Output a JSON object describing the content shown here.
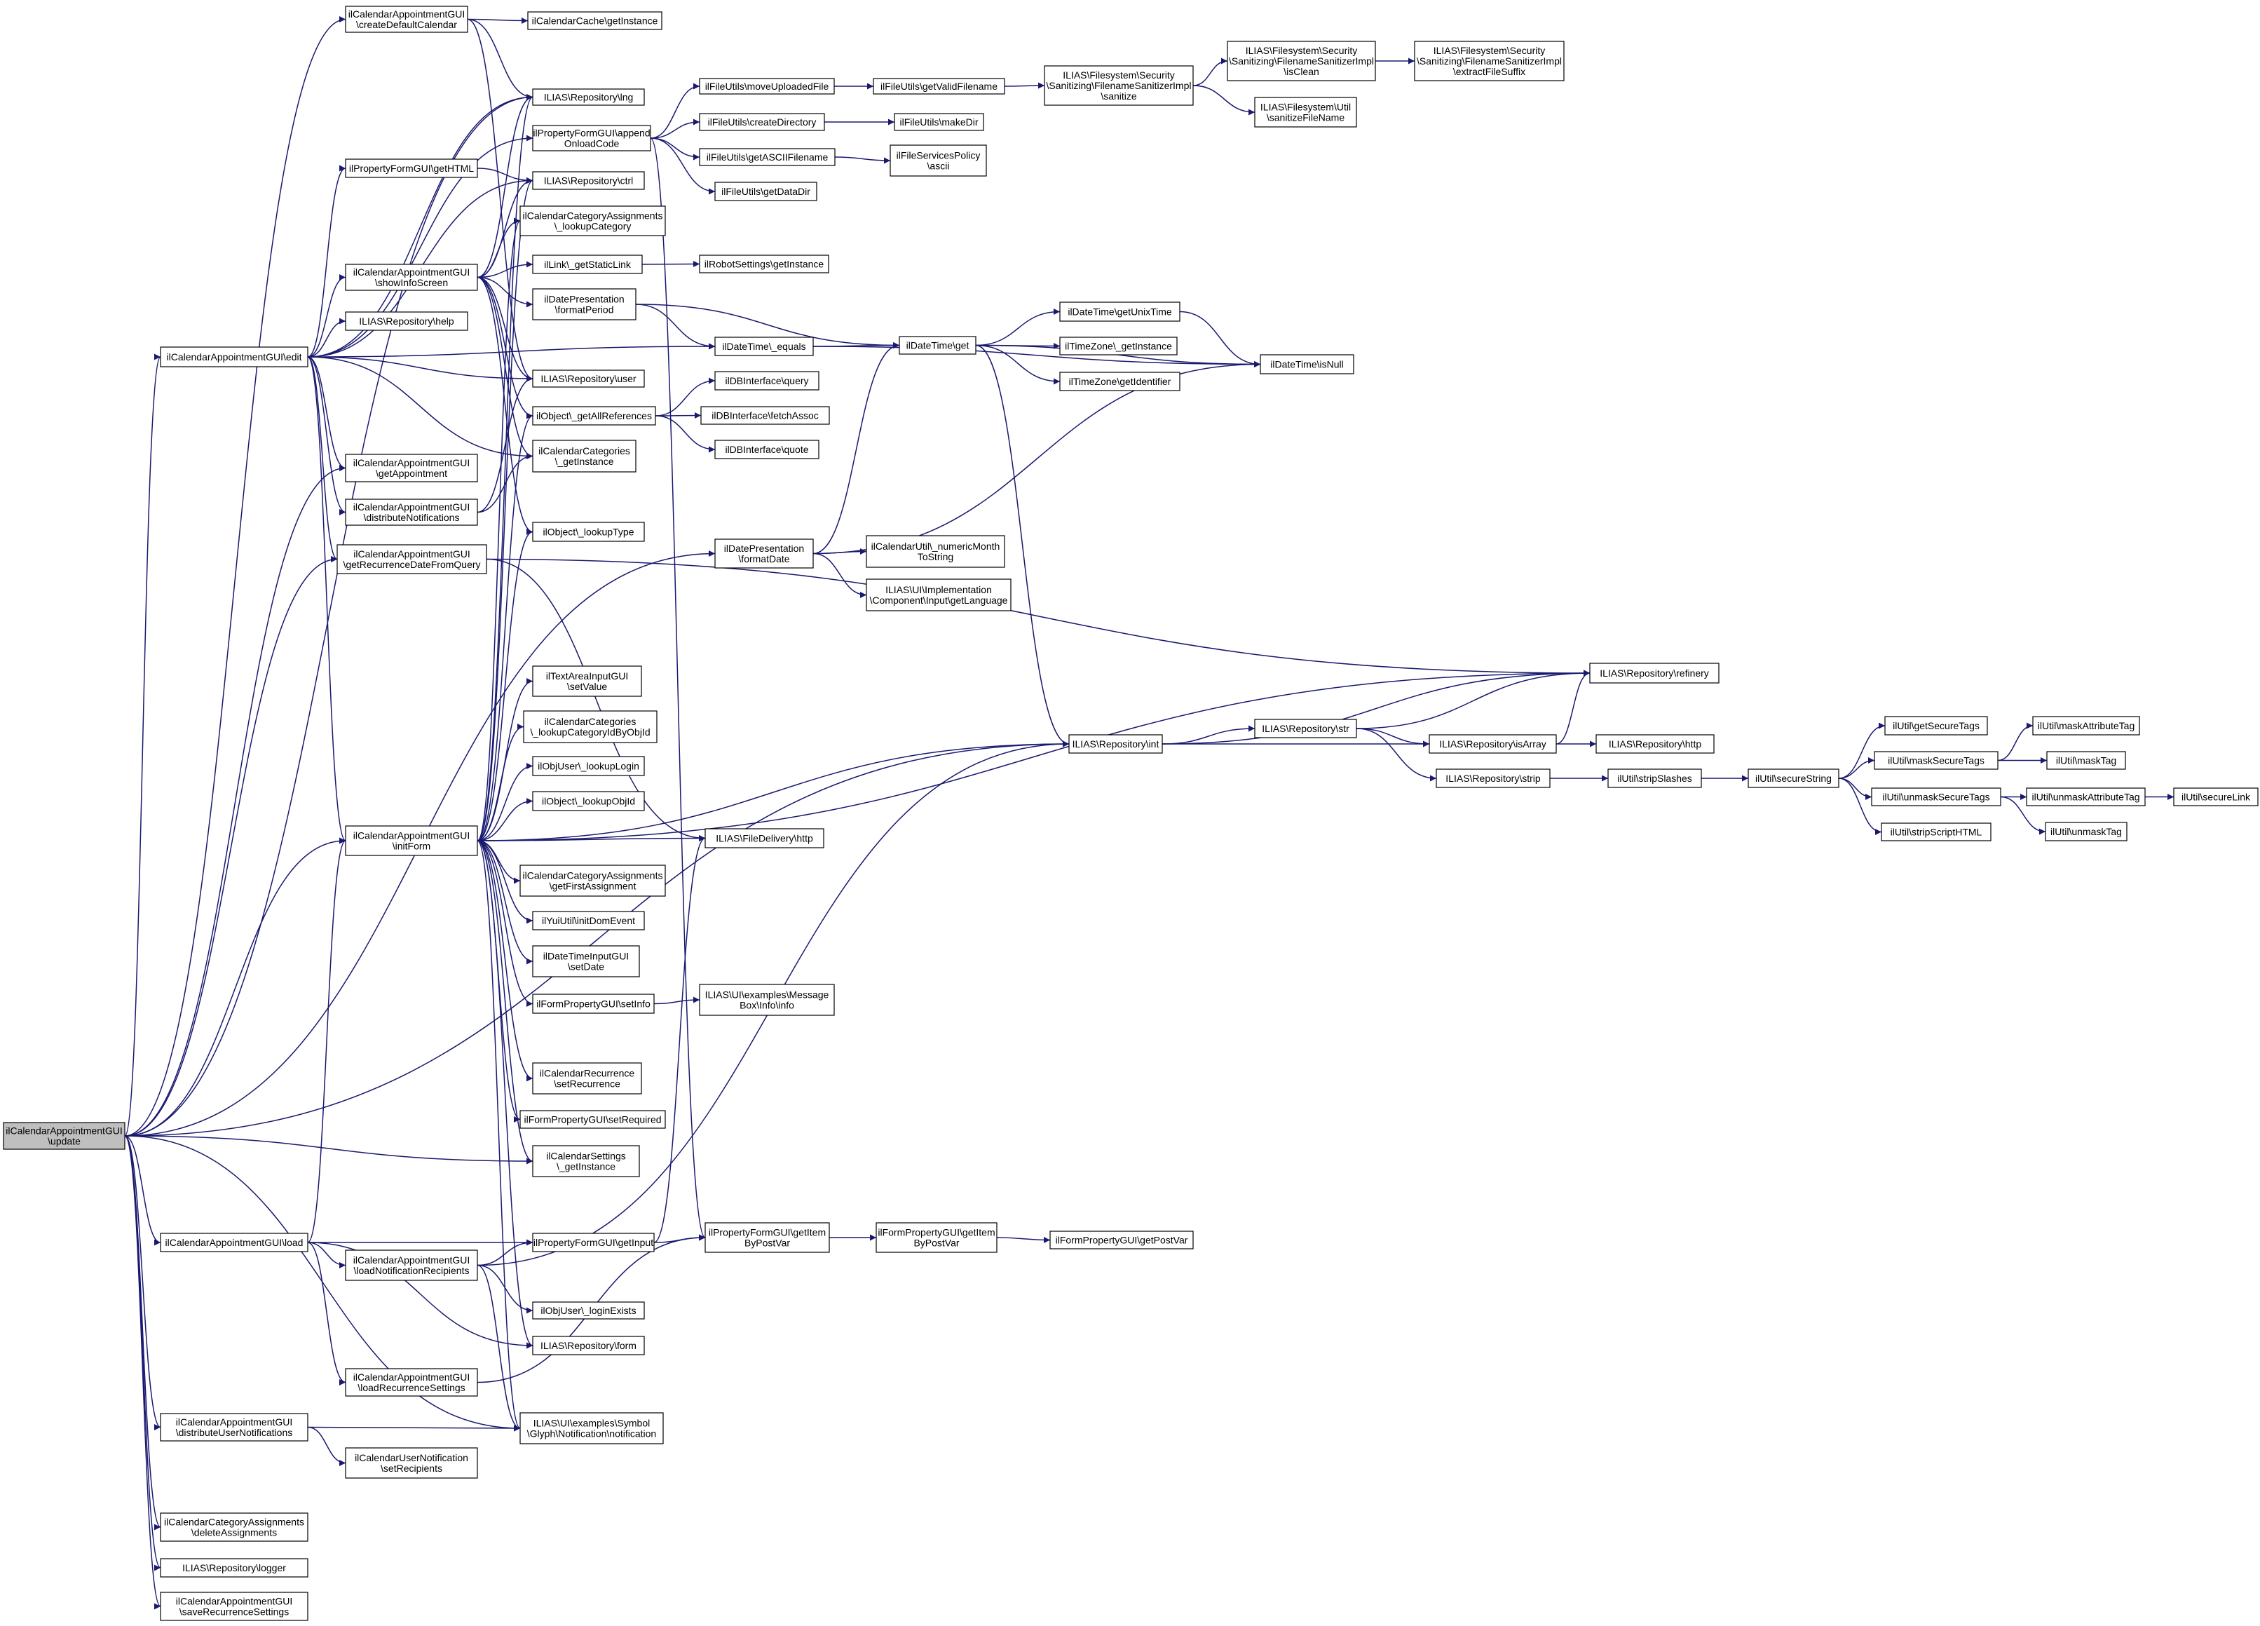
{
  "colors": {
    "edge": "#191970",
    "node_border": "#000000",
    "node_fill": "#ffffff",
    "root_fill": "#bfbfbf"
  },
  "nodes": [
    {
      "id": "n0",
      "lines": [
        "ilCalendarAppointmentGUI",
        "\\update"
      ],
      "root": true
    },
    {
      "id": "n1",
      "lines": [
        "ilCalendarAppointmentGUI",
        "\\createDefaultCalendar"
      ]
    },
    {
      "id": "n2",
      "lines": [
        "ilCalendarCache\\getInstance"
      ]
    },
    {
      "id": "n3",
      "lines": [
        "ILIAS\\Repository\\lng"
      ]
    },
    {
      "id": "n4",
      "lines": [
        "ilPropertyFormGUI\\append",
        "OnloadCode"
      ]
    },
    {
      "id": "n5",
      "lines": [
        "ilFileUtils\\moveUploadedFile"
      ]
    },
    {
      "id": "n6",
      "lines": [
        "ilFileUtils\\getValidFilename"
      ]
    },
    {
      "id": "n7",
      "lines": [
        "ILIAS\\Filesystem\\Security",
        "\\Sanitizing\\FilenameSanitizerImpl",
        "\\sanitize"
      ]
    },
    {
      "id": "n8",
      "lines": [
        "ILIAS\\Filesystem\\Security",
        "\\Sanitizing\\FilenameSanitizerImpl",
        "\\isClean"
      ]
    },
    {
      "id": "n9",
      "lines": [
        "ILIAS\\Filesystem\\Security",
        "\\Sanitizing\\FilenameSanitizerImpl",
        "\\extractFileSuffix"
      ]
    },
    {
      "id": "n10",
      "lines": [
        "ILIAS\\Filesystem\\Util",
        "\\sanitizeFileName"
      ]
    },
    {
      "id": "n11",
      "lines": [
        "ilFileUtils\\createDirectory"
      ]
    },
    {
      "id": "n12",
      "lines": [
        "ilFileUtils\\makeDir"
      ]
    },
    {
      "id": "n13",
      "lines": [
        "ilFileUtils\\getASCIIFilename"
      ]
    },
    {
      "id": "n14",
      "lines": [
        "ilFileServicesPolicy",
        "\\ascii"
      ]
    },
    {
      "id": "n15",
      "lines": [
        "ilFileUtils\\getDataDir"
      ]
    },
    {
      "id": "n16",
      "lines": [
        "ilPropertyFormGUI\\getHTML"
      ]
    },
    {
      "id": "n17",
      "lines": [
        "ILIAS\\Repository\\ctrl"
      ]
    },
    {
      "id": "n18",
      "lines": [
        "ilCalendarCategoryAssignments",
        "\\_lookupCategory"
      ]
    },
    {
      "id": "n19",
      "lines": [
        "ilCalendarAppointmentGUI",
        "\\showInfoScreen"
      ]
    },
    {
      "id": "n20",
      "lines": [
        "ilLink\\_getStaticLink"
      ]
    },
    {
      "id": "n21",
      "lines": [
        "ilRobotSettings\\getInstance"
      ]
    },
    {
      "id": "n22",
      "lines": [
        "ilDatePresentation",
        "\\formatPeriod"
      ]
    },
    {
      "id": "n23",
      "lines": [
        "ILIAS\\Repository\\help"
      ]
    },
    {
      "id": "n24",
      "lines": [
        "ilCalendarAppointmentGUI\\edit"
      ]
    },
    {
      "id": "n25",
      "lines": [
        "ilDateTime\\_equals"
      ]
    },
    {
      "id": "n26",
      "lines": [
        "ilDateTime\\get"
      ]
    },
    {
      "id": "n27",
      "lines": [
        "ilDateTime\\getUnixTime"
      ]
    },
    {
      "id": "n28",
      "lines": [
        "ilTimeZone\\_getInstance"
      ]
    },
    {
      "id": "n29",
      "lines": [
        "ilTimeZone\\getIdentifier"
      ]
    },
    {
      "id": "n30",
      "lines": [
        "ilDateTime\\isNull"
      ]
    },
    {
      "id": "n31",
      "lines": [
        "ILIAS\\Repository\\user"
      ]
    },
    {
      "id": "n32",
      "lines": [
        "ilDBInterface\\query"
      ]
    },
    {
      "id": "n33",
      "lines": [
        "ilObject\\_getAllReferences"
      ]
    },
    {
      "id": "n34",
      "lines": [
        "ilDBInterface\\fetchAssoc"
      ]
    },
    {
      "id": "n35",
      "lines": [
        "ilDBInterface\\quote"
      ]
    },
    {
      "id": "n36",
      "lines": [
        "ilCalendarAppointmentGUI",
        "\\getAppointment"
      ]
    },
    {
      "id": "n37",
      "lines": [
        "ilCalendarCategories",
        "\\_getInstance"
      ]
    },
    {
      "id": "n38",
      "lines": [
        "ilCalendarAppointmentGUI",
        "\\distributeNotifications"
      ]
    },
    {
      "id": "n39",
      "lines": [
        "ilObject\\_lookupType"
      ]
    },
    {
      "id": "n40",
      "lines": [
        "ilCalendarAppointmentGUI",
        "\\getRecurrenceDateFromQuery"
      ]
    },
    {
      "id": "n41",
      "lines": [
        "ilDatePresentation",
        "\\formatDate"
      ]
    },
    {
      "id": "n42",
      "lines": [
        "ilCalendarUtil\\_numericMonth",
        "ToString"
      ]
    },
    {
      "id": "n43",
      "lines": [
        "ILIAS\\UI\\Implementation",
        "\\Component\\Input\\getLanguage"
      ]
    },
    {
      "id": "n44",
      "lines": [
        "ILIAS\\Repository\\refinery"
      ]
    },
    {
      "id": "n45",
      "lines": [
        "ilTextAreaInputGUI",
        "\\setValue"
      ]
    },
    {
      "id": "n46",
      "lines": [
        "ilCalendarCategories",
        "\\_lookupCategoryIdByObjId"
      ]
    },
    {
      "id": "n47",
      "lines": [
        "ILIAS\\Repository\\int"
      ]
    },
    {
      "id": "n48",
      "lines": [
        "ILIAS\\Repository\\str"
      ]
    },
    {
      "id": "n49",
      "lines": [
        "ILIAS\\Repository\\isArray"
      ]
    },
    {
      "id": "n50",
      "lines": [
        "ILIAS\\Repository\\http"
      ]
    },
    {
      "id": "n51",
      "lines": [
        "ILIAS\\Repository\\strip"
      ]
    },
    {
      "id": "n52",
      "lines": [
        "ilUtil\\stripSlashes"
      ]
    },
    {
      "id": "n53",
      "lines": [
        "ilUtil\\secureString"
      ]
    },
    {
      "id": "n54",
      "lines": [
        "ilUtil\\getSecureTags"
      ]
    },
    {
      "id": "n55",
      "lines": [
        "ilUtil\\maskSecureTags"
      ]
    },
    {
      "id": "n56",
      "lines": [
        "ilUtil\\maskAttributeTag"
      ]
    },
    {
      "id": "n57",
      "lines": [
        "ilUtil\\maskTag"
      ]
    },
    {
      "id": "n58",
      "lines": [
        "ilUtil\\unmaskSecureTags"
      ]
    },
    {
      "id": "n59",
      "lines": [
        "ilUtil\\unmaskAttributeTag"
      ]
    },
    {
      "id": "n60",
      "lines": [
        "ilUtil\\secureLink"
      ]
    },
    {
      "id": "n61",
      "lines": [
        "ilUtil\\unmaskTag"
      ]
    },
    {
      "id": "n62",
      "lines": [
        "ilUtil\\stripScriptHTML"
      ]
    },
    {
      "id": "n63",
      "lines": [
        "ilObjUser\\_lookupLogin"
      ]
    },
    {
      "id": "n64",
      "lines": [
        "ilObject\\_lookupObjId"
      ]
    },
    {
      "id": "n65",
      "lines": [
        "ilCalendarAppointmentGUI",
        "\\initForm"
      ]
    },
    {
      "id": "n66",
      "lines": [
        "ILIAS\\FileDelivery\\http"
      ]
    },
    {
      "id": "n67",
      "lines": [
        "ilCalendarCategoryAssignments",
        "\\getFirstAssignment"
      ]
    },
    {
      "id": "n68",
      "lines": [
        "ilYuiUtil\\initDomEvent"
      ]
    },
    {
      "id": "n69",
      "lines": [
        "ilDateTimeInputGUI",
        "\\setDate"
      ]
    },
    {
      "id": "n70",
      "lines": [
        "ilFormPropertyGUI\\setInfo"
      ]
    },
    {
      "id": "n71",
      "lines": [
        "ILIAS\\UI\\examples\\Message",
        "Box\\Info\\info"
      ]
    },
    {
      "id": "n72",
      "lines": [
        "ilCalendarRecurrence",
        "\\setRecurrence"
      ]
    },
    {
      "id": "n73",
      "lines": [
        "ilFormPropertyGUI\\setRequired"
      ]
    },
    {
      "id": "n74",
      "lines": [
        "ilCalendarSettings",
        "\\_getInstance"
      ]
    },
    {
      "id": "n75",
      "lines": [
        "ilCalendarAppointmentGUI\\load"
      ]
    },
    {
      "id": "n76",
      "lines": [
        "ilPropertyFormGUI\\getInput"
      ]
    },
    {
      "id": "n77",
      "lines": [
        "ilPropertyFormGUI\\getItem",
        "ByPostVar"
      ]
    },
    {
      "id": "n78",
      "lines": [
        "ilFormPropertyGUI\\getItem",
        "ByPostVar"
      ]
    },
    {
      "id": "n79",
      "lines": [
        "ilFormPropertyGUI\\getPostVar"
      ]
    },
    {
      "id": "n80",
      "lines": [
        "ilCalendarAppointmentGUI",
        "\\loadNotificationRecipients"
      ]
    },
    {
      "id": "n81",
      "lines": [
        "ilObjUser\\_loginExists"
      ]
    },
    {
      "id": "n82",
      "lines": [
        "ILIAS\\Repository\\form"
      ]
    },
    {
      "id": "n83",
      "lines": [
        "ilCalendarAppointmentGUI",
        "\\loadRecurrenceSettings"
      ]
    },
    {
      "id": "n84",
      "lines": [
        "ilCalendarAppointmentGUI",
        "\\distributeUserNotifications"
      ]
    },
    {
      "id": "n85",
      "lines": [
        "ILIAS\\UI\\examples\\Symbol",
        "\\Glyph\\Notification\\notification"
      ]
    },
    {
      "id": "n86",
      "lines": [
        "ilCalendarUserNotification",
        "\\setRecipients"
      ]
    },
    {
      "id": "n87",
      "lines": [
        "ilCalendarCategoryAssignments",
        "\\deleteAssignments"
      ]
    },
    {
      "id": "n88",
      "lines": [
        "ILIAS\\Repository\\logger"
      ]
    },
    {
      "id": "n89",
      "lines": [
        "ilCalendarAppointmentGUI",
        "\\saveRecurrenceSettings"
      ]
    }
  ],
  "edges": [
    [
      "n0",
      "n1"
    ],
    [
      "n0",
      "n3"
    ],
    [
      "n0",
      "n24"
    ],
    [
      "n0",
      "n36"
    ],
    [
      "n0",
      "n40"
    ],
    [
      "n0",
      "n41"
    ],
    [
      "n0",
      "n65"
    ],
    [
      "n0",
      "n74"
    ],
    [
      "n0",
      "n47"
    ],
    [
      "n0",
      "n75"
    ],
    [
      "n0",
      "n84"
    ],
    [
      "n0",
      "n85"
    ],
    [
      "n0",
      "n87"
    ],
    [
      "n0",
      "n88"
    ],
    [
      "n0",
      "n89"
    ],
    [
      "n1",
      "n2"
    ],
    [
      "n1",
      "n3"
    ],
    [
      "n1",
      "n31"
    ],
    [
      "n4",
      "n5"
    ],
    [
      "n4",
      "n11"
    ],
    [
      "n4",
      "n13"
    ],
    [
      "n4",
      "n15"
    ],
    [
      "n4",
      "n77"
    ],
    [
      "n5",
      "n6"
    ],
    [
      "n6",
      "n7"
    ],
    [
      "n7",
      "n8"
    ],
    [
      "n7",
      "n10"
    ],
    [
      "n8",
      "n9"
    ],
    [
      "n11",
      "n12"
    ],
    [
      "n13",
      "n14"
    ],
    [
      "n16",
      "n17"
    ],
    [
      "n19",
      "n3"
    ],
    [
      "n19",
      "n17"
    ],
    [
      "n19",
      "n18"
    ],
    [
      "n19",
      "n20"
    ],
    [
      "n19",
      "n22"
    ],
    [
      "n19",
      "n31"
    ],
    [
      "n19",
      "n33"
    ],
    [
      "n19",
      "n37"
    ],
    [
      "n19",
      "n39"
    ],
    [
      "n20",
      "n21"
    ],
    [
      "n22",
      "n25"
    ],
    [
      "n22",
      "n26"
    ],
    [
      "n24",
      "n3"
    ],
    [
      "n24",
      "n4"
    ],
    [
      "n24",
      "n16"
    ],
    [
      "n24",
      "n17"
    ],
    [
      "n24",
      "n19"
    ],
    [
      "n24",
      "n23"
    ],
    [
      "n24",
      "n25"
    ],
    [
      "n24",
      "n31"
    ],
    [
      "n24",
      "n36"
    ],
    [
      "n24",
      "n37"
    ],
    [
      "n24",
      "n38"
    ],
    [
      "n24",
      "n40"
    ],
    [
      "n24",
      "n65"
    ],
    [
      "n25",
      "n26"
    ],
    [
      "n25",
      "n30"
    ],
    [
      "n26",
      "n27"
    ],
    [
      "n26",
      "n28"
    ],
    [
      "n26",
      "n29"
    ],
    [
      "n26",
      "n30"
    ],
    [
      "n26",
      "n47"
    ],
    [
      "n27",
      "n30"
    ],
    [
      "n33",
      "n32"
    ],
    [
      "n33",
      "n34"
    ],
    [
      "n33",
      "n35"
    ],
    [
      "n38",
      "n37"
    ],
    [
      "n38",
      "n31"
    ],
    [
      "n40",
      "n44"
    ],
    [
      "n40",
      "n66"
    ],
    [
      "n41",
      "n26"
    ],
    [
      "n41",
      "n30"
    ],
    [
      "n41",
      "n42"
    ],
    [
      "n41",
      "n43"
    ],
    [
      "n47",
      "n44"
    ],
    [
      "n47",
      "n48"
    ],
    [
      "n47",
      "n49"
    ],
    [
      "n48",
      "n44"
    ],
    [
      "n48",
      "n49"
    ],
    [
      "n48",
      "n51"
    ],
    [
      "n49",
      "n44"
    ],
    [
      "n49",
      "n50"
    ],
    [
      "n51",
      "n52"
    ],
    [
      "n52",
      "n53"
    ],
    [
      "n53",
      "n54"
    ],
    [
      "n53",
      "n55"
    ],
    [
      "n53",
      "n58"
    ],
    [
      "n53",
      "n62"
    ],
    [
      "n55",
      "n56"
    ],
    [
      "n55",
      "n57"
    ],
    [
      "n58",
      "n59"
    ],
    [
      "n58",
      "n61"
    ],
    [
      "n59",
      "n60"
    ],
    [
      "n65",
      "n3"
    ],
    [
      "n65",
      "n17"
    ],
    [
      "n65",
      "n18"
    ],
    [
      "n65",
      "n33"
    ],
    [
      "n65",
      "n39"
    ],
    [
      "n65",
      "n44"
    ],
    [
      "n65",
      "n45"
    ],
    [
      "n65",
      "n46"
    ],
    [
      "n65",
      "n47"
    ],
    [
      "n65",
      "n63"
    ],
    [
      "n65",
      "n64"
    ],
    [
      "n65",
      "n66"
    ],
    [
      "n65",
      "n67"
    ],
    [
      "n65",
      "n68"
    ],
    [
      "n65",
      "n69"
    ],
    [
      "n65",
      "n70"
    ],
    [
      "n65",
      "n72"
    ],
    [
      "n65",
      "n73"
    ],
    [
      "n65",
      "n74"
    ],
    [
      "n65",
      "n82"
    ],
    [
      "n65",
      "n85"
    ],
    [
      "n70",
      "n71"
    ],
    [
      "n75",
      "n65"
    ],
    [
      "n75",
      "n76"
    ],
    [
      "n75",
      "n80"
    ],
    [
      "n75",
      "n82"
    ],
    [
      "n75",
      "n83"
    ],
    [
      "n76",
      "n66"
    ],
    [
      "n76",
      "n77"
    ],
    [
      "n77",
      "n78"
    ],
    [
      "n78",
      "n79"
    ],
    [
      "n80",
      "n76"
    ],
    [
      "n80",
      "n81"
    ],
    [
      "n80",
      "n47"
    ],
    [
      "n80",
      "n85"
    ],
    [
      "n83",
      "n77"
    ],
    [
      "n84",
      "n85"
    ],
    [
      "n84",
      "n86"
    ]
  ]
}
